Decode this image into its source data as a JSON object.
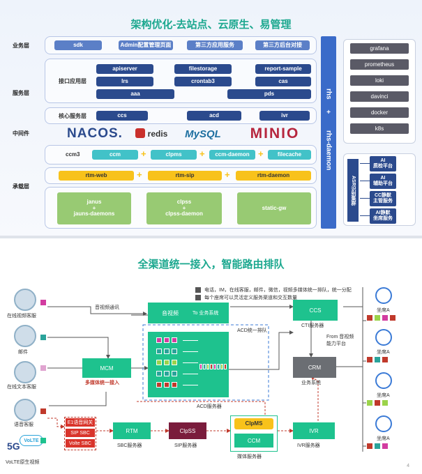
{
  "slide1": {
    "title": "架构优化-去站点、云原生、易管理",
    "layers": {
      "business": "业务层",
      "service": "服务层",
      "middleware": "中间件",
      "carrier": "承载层"
    },
    "business": {
      "sdk": "sdk",
      "admin": "Admin配置管理页面",
      "third_app": "第三方应用服务",
      "third_backend": "第三方后台对接"
    },
    "service": {
      "interface_label": "接口应用层",
      "core_label": "核心服务层",
      "apiserver": "apiserver",
      "filestorage": "filestorage",
      "report": "report-sample",
      "lrs": "lrs",
      "crontab": "crontab3",
      "cas": "cas",
      "aaa": "aaa",
      "pds": "pds",
      "ccs": "ccs",
      "acd": "acd",
      "ivr": "ivr"
    },
    "middleware": {
      "nacos": "NACOS.",
      "redis": "redis",
      "mysql": "MySQL",
      "minio": "MINIO"
    },
    "carrier": {
      "ccm3": "ccm3",
      "ccm": "ccm",
      "clpms": "clpms",
      "ccm_daemon": "ccm-daemon",
      "filecache": "filecache",
      "rtm_web": "rtm-web",
      "rtm_sip": "rtm-sip",
      "rtm_daemon": "rtm-daemon",
      "janus": "janus\n+\njauns-daemons",
      "clpss": "clpss\n+\nclpss-daemon",
      "static_gw": "static-gw"
    },
    "rhs": {
      "a": "rhs",
      "plus": "+",
      "b": "rhs-daemon"
    },
    "side": [
      "grafana",
      "prometheus",
      "loki",
      "davinci",
      "docker",
      "k8s"
    ],
    "asr_label": "ASR识别集群",
    "ai": [
      "AI\n质检平台",
      "AI\n辅助平台",
      "CC静默\n主管服务",
      "AI静默\n坐席服务"
    ]
  },
  "slide2": {
    "title": "全渠道统一接入，智能路由排队",
    "bullets": [
      "电话，IM，在线客服，邮件，微信，视频多媒体统一排队，统一分配",
      "每个座席可以灵活定义服务渠道和交互数量"
    ],
    "channels": {
      "video": "在线视频客服",
      "mail": "邮件",
      "text": "在线文本客服",
      "voice": "语音客服",
      "volte": "VoLTE原生视频"
    },
    "video_comm": "音视频通讯",
    "video_box": "音视频",
    "to_business": "To 业务系统",
    "ccs": "CCS",
    "cti": "CTI服务器",
    "acd_queue": "ACD统一排队",
    "acd_server": "ACD服务器",
    "from_av": "From 音视频\n能力平台",
    "crm": "CRM",
    "biz_sys": "业务系统",
    "mcm": "MCM",
    "multi_media": "多媒体统一接入",
    "e1": "E1语音网关",
    "sip_sbc": "SIP SBC",
    "volte_sbc": "Volte SBC",
    "rtm": "RTM",
    "sbc_server": "SBC服务器",
    "clpss": "ClpSS",
    "sip_server": "SIP服务器",
    "clpms": "ClpMS",
    "ccm": "CCM",
    "media_server": "媒体服务器",
    "ivr": "IVR",
    "ivr_server": "IVR服务器",
    "agents": [
      "坐席A",
      "坐席A",
      "坐席A",
      "坐席A"
    ],
    "five_g": "5G",
    "volte_logo": "VoLTE",
    "page_no": "4"
  }
}
